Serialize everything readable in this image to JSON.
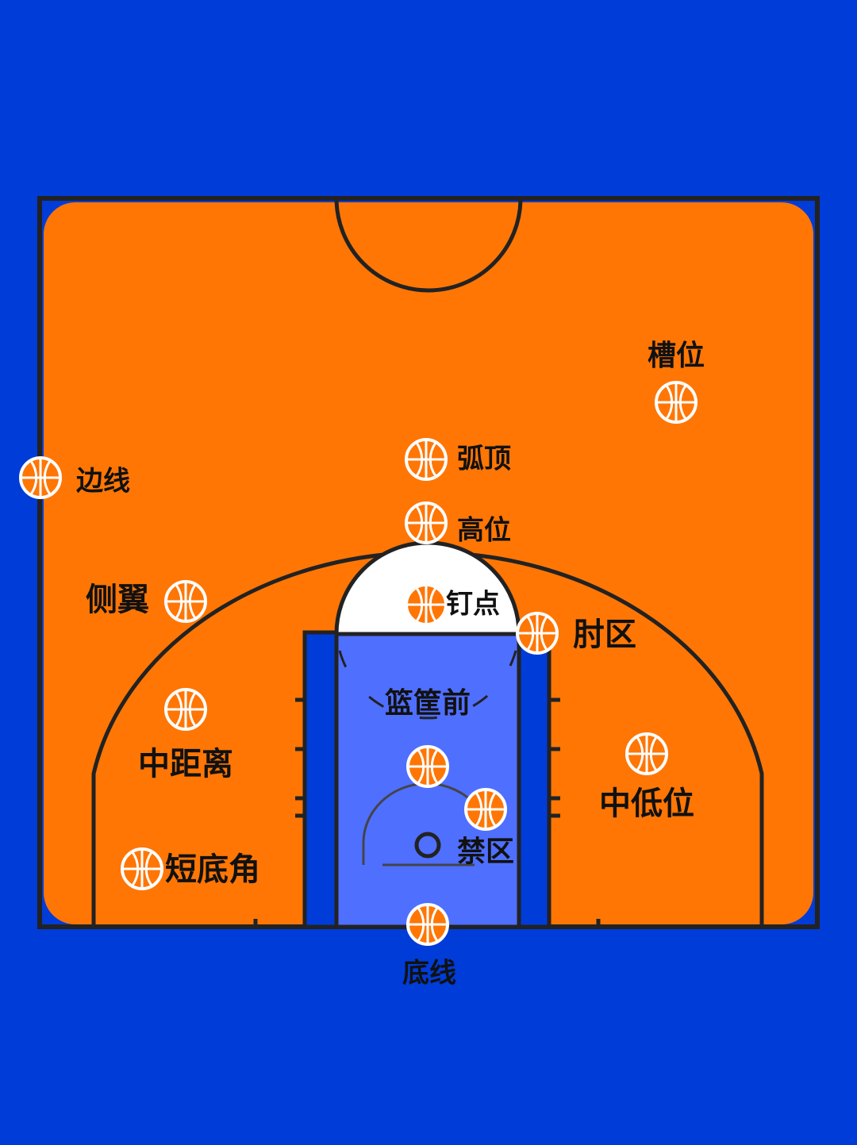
{
  "colors": {
    "background": "#003cd8",
    "court": "#ff7605",
    "paint": "#4f6fff",
    "lane_side": "#003cd8",
    "free_throw_circle": "#ffffff",
    "lines": "#222222",
    "ball": "#ff7605",
    "ball_stroke": "#ffffff",
    "text": "#111111"
  },
  "positions": [
    {
      "id": "slot",
      "label": "槽位",
      "icon": "basketball-icon"
    },
    {
      "id": "top-of-key",
      "label": "弧顶",
      "icon": "basketball-icon"
    },
    {
      "id": "sideline",
      "label": "边线",
      "icon": "basketball-icon"
    },
    {
      "id": "high-post",
      "label": "高位",
      "icon": "basketball-icon"
    },
    {
      "id": "wing",
      "label": "侧翼",
      "icon": "basketball-icon"
    },
    {
      "id": "nail",
      "label": "钉点",
      "icon": "basketball-icon"
    },
    {
      "id": "elbow",
      "label": "肘区",
      "icon": "basketball-icon"
    },
    {
      "id": "front-of-rim",
      "label": "篮筐前",
      "icon": "basketball-icon"
    },
    {
      "id": "mid-range",
      "label": "中距离",
      "icon": "basketball-icon"
    },
    {
      "id": "mid-low-post",
      "label": "中低位",
      "icon": "basketball-icon"
    },
    {
      "id": "paint",
      "label": "禁区",
      "icon": "basketball-icon"
    },
    {
      "id": "short-corner",
      "label": "短底角",
      "icon": "basketball-icon"
    },
    {
      "id": "baseline",
      "label": "底线",
      "icon": "basketball-icon"
    }
  ]
}
